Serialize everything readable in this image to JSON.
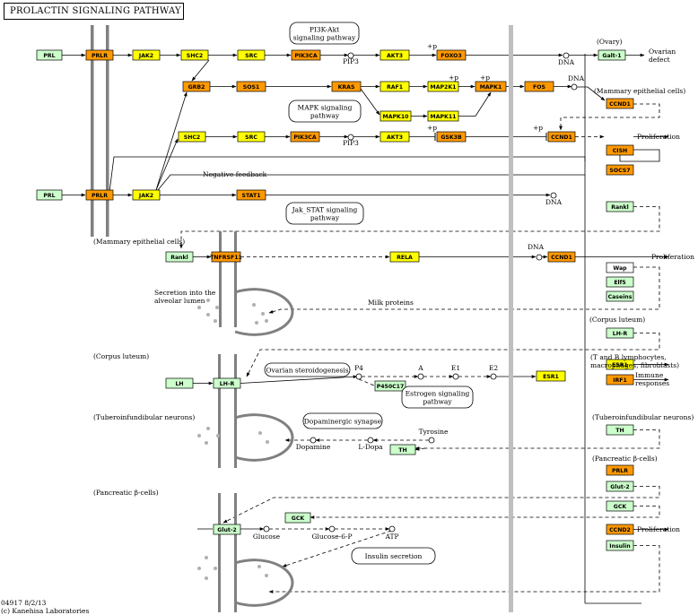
{
  "title": "PROLACTIN SIGNALING PATHWAY",
  "footer": {
    "id_date": "04917 8/2/13",
    "copyright": "(c) Kanehisa Laboratories"
  },
  "colors": {
    "yellow": "#ffff00",
    "orange": "#ff9900",
    "green": "#ccffcc",
    "white": "#ffffff",
    "membrane": "#808080",
    "divider": "#bfbfbf"
  },
  "pathway_maps": [
    {
      "id": "pi3k",
      "label": [
        "PI3K-Akt",
        "signaling pathway"
      ]
    },
    {
      "id": "mapk",
      "label": [
        "MAPK signaling",
        "pathway"
      ]
    },
    {
      "id": "jakstat",
      "label": [
        "Jak_STAT signaling",
        "pathway"
      ]
    },
    {
      "id": "ovarian",
      "label": [
        "Ovarian steroidogenesis"
      ]
    },
    {
      "id": "estrogen",
      "label": [
        "Estrogen signaling",
        "pathway"
      ]
    },
    {
      "id": "dopa",
      "label": [
        "Dopaminergic synapse"
      ]
    },
    {
      "id": "insulin",
      "label": [
        "Insulin secretion"
      ]
    }
  ],
  "genes": [
    {
      "id": "prl1",
      "label": "PRL",
      "c": "green"
    },
    {
      "id": "prlr1",
      "label": "PRLR",
      "c": "orange"
    },
    {
      "id": "jak2a",
      "label": "JAK2",
      "c": "yellow"
    },
    {
      "id": "shc2a",
      "label": "SHC2",
      "c": "yellow"
    },
    {
      "id": "srca",
      "label": "SRC",
      "c": "yellow"
    },
    {
      "id": "pik3caa",
      "label": "PIK3CA",
      "c": "orange"
    },
    {
      "id": "akt3a",
      "label": "AKT3",
      "c": "yellow"
    },
    {
      "id": "foxo3",
      "label": "FOXO3",
      "c": "orange"
    },
    {
      "id": "galt1",
      "label": "Galt-1",
      "c": "green"
    },
    {
      "id": "grb2",
      "label": "GRB2",
      "c": "orange"
    },
    {
      "id": "sos1",
      "label": "SOS1",
      "c": "orange"
    },
    {
      "id": "kras",
      "label": "KRAS",
      "c": "orange"
    },
    {
      "id": "raf1",
      "label": "RAF1",
      "c": "yellow"
    },
    {
      "id": "map2k1",
      "label": "MAP2K1",
      "c": "yellow"
    },
    {
      "id": "mapk1",
      "label": "MAPK1",
      "c": "orange"
    },
    {
      "id": "fos",
      "label": "FOS",
      "c": "orange"
    },
    {
      "id": "ccnd1a",
      "label": "CCND1",
      "c": "orange"
    },
    {
      "id": "map3k10",
      "label": "MAPK10",
      "c": "yellow"
    },
    {
      "id": "mapk11",
      "label": "MAPK11",
      "c": "yellow"
    },
    {
      "id": "shc2b",
      "label": "SHC2",
      "c": "yellow"
    },
    {
      "id": "srcb",
      "label": "SRC",
      "c": "yellow"
    },
    {
      "id": "pik3cab",
      "label": "PIK3CA",
      "c": "orange"
    },
    {
      "id": "akt3b",
      "label": "AKT3",
      "c": "yellow"
    },
    {
      "id": "gsk3b",
      "label": "GSK3B",
      "c": "orange"
    },
    {
      "id": "ccnd1b",
      "label": "CCND1",
      "c": "orange"
    },
    {
      "id": "cish",
      "label": "CISH",
      "c": "orange"
    },
    {
      "id": "socs7",
      "label": "SOCS7",
      "c": "orange"
    },
    {
      "id": "prl2",
      "label": "PRL",
      "c": "green"
    },
    {
      "id": "prlr2",
      "label": "PRLR",
      "c": "orange"
    },
    {
      "id": "jak2b",
      "label": "JAK2",
      "c": "yellow"
    },
    {
      "id": "stat1",
      "label": "STAT1",
      "c": "orange"
    },
    {
      "id": "rankl1",
      "label": "Rankl",
      "c": "green"
    },
    {
      "id": "rankl2",
      "label": "Rankl",
      "c": "green"
    },
    {
      "id": "tnfrsf",
      "label": "TNFRSF11",
      "c": "orange"
    },
    {
      "id": "rela",
      "label": "RELA",
      "c": "yellow"
    },
    {
      "id": "ccnd1c",
      "label": "CCND1",
      "c": "orange"
    },
    {
      "id": "wap",
      "label": "Wap",
      "c": "white"
    },
    {
      "id": "elf5",
      "label": "Elf5",
      "c": "green"
    },
    {
      "id": "caseins",
      "label": "Caseins",
      "c": "green"
    },
    {
      "id": "lhr2",
      "label": "LH-R",
      "c": "green"
    },
    {
      "id": "lh",
      "label": "LH",
      "c": "green"
    },
    {
      "id": "lhr1",
      "label": "LH-R",
      "c": "green"
    },
    {
      "id": "p450",
      "label": "P450C17",
      "c": "green"
    },
    {
      "id": "esr1a",
      "label": "ESR1",
      "c": "yellow"
    },
    {
      "id": "esr1b",
      "label": "ESR1",
      "c": "yellow"
    },
    {
      "id": "irf1",
      "label": "IRF1",
      "c": "orange"
    },
    {
      "id": "th2",
      "label": "TH",
      "c": "green"
    },
    {
      "id": "th1",
      "label": "TH",
      "c": "green"
    },
    {
      "id": "prlr3",
      "label": "PRLR",
      "c": "orange"
    },
    {
      "id": "glut2b",
      "label": "Glut-2",
      "c": "green"
    },
    {
      "id": "gckb",
      "label": "GCK",
      "c": "green"
    },
    {
      "id": "gcka",
      "label": "GCK",
      "c": "green"
    },
    {
      "id": "glut2a",
      "label": "Glut-2",
      "c": "green"
    },
    {
      "id": "ccnd2",
      "label": "CCND2",
      "c": "orange"
    },
    {
      "id": "insulin",
      "label": "Insulin",
      "c": "green"
    }
  ],
  "compounds": [
    {
      "id": "pip3a",
      "label": "PIP3"
    },
    {
      "id": "dna1",
      "label": "DNA"
    },
    {
      "id": "dna2",
      "label": "DNA"
    },
    {
      "id": "pip3b",
      "label": "PIP3"
    },
    {
      "id": "dna3",
      "label": "DNA"
    },
    {
      "id": "dna4",
      "label": "DNA"
    },
    {
      "id": "p4",
      "label": "P4"
    },
    {
      "id": "a",
      "label": "A"
    },
    {
      "id": "e1",
      "label": "E1"
    },
    {
      "id": "e2",
      "label": "E2"
    },
    {
      "id": "tyrosine",
      "label": "Tyrosine"
    },
    {
      "id": "ldopa",
      "label": "L-Dopa"
    },
    {
      "id": "dopamine",
      "label": "Dopamine"
    },
    {
      "id": "glucose",
      "label": "Glucose"
    },
    {
      "id": "g6p",
      "label": "Glucose-6-P"
    },
    {
      "id": "atp",
      "label": "ATP"
    }
  ],
  "labels": {
    "ovary": "(Ovary)",
    "ovarian_defect": [
      "Ovarian",
      "defect"
    ],
    "mammary1": "(Mammary epithelial cells)",
    "mammary2": "(Mammary epithelial cells)",
    "proliferation": "Proliferation",
    "negative_feedback": "Negative feedback",
    "secretion": [
      "Secretion into the",
      "alveolar lumen"
    ],
    "milk": "Milk proteins",
    "corpus1": "(Corpus luteum)",
    "corpus2": "(Corpus luteum)",
    "tb": [
      "(T and B lymphocytes,",
      "macrophages, fibroblasts)"
    ],
    "immune": [
      "Immune",
      "responses"
    ],
    "tubero1": "(Tuberoinfundibular neurons)",
    "tubero2": "(Tuberoinfundibular neurons)",
    "pancreatic1": "(Pancreatic β-cells)",
    "pancreatic2": "(Pancreatic β-cells)",
    "plus_p": "+p"
  }
}
